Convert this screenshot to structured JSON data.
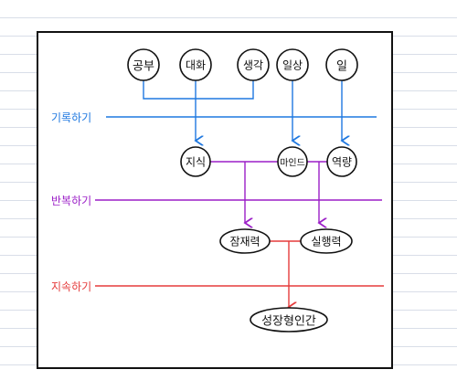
{
  "nodes": {
    "gongbu": "공부",
    "daehwa": "대화",
    "saenggak": "생각",
    "ilsang": "일상",
    "il": "일",
    "jisik": "지식",
    "maindeu": "마인드",
    "yeongnyang": "역량",
    "jamjaeryeok": "잠재력",
    "silhaengnyeok": "실행력",
    "seongjang": "성장형인간"
  },
  "layers": {
    "record": "기록하기",
    "repeat": "반복하기",
    "sustain": "지속하기"
  },
  "colors": {
    "record": "#1f78e0",
    "repeat": "#9b1fc7",
    "sustain": "#e53b3b",
    "node_border": "#111111"
  }
}
